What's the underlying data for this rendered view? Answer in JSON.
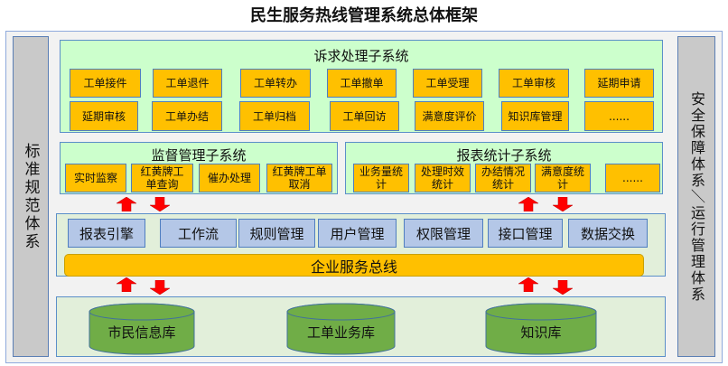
{
  "title": "民生服务热线管理系统总体框架",
  "left_column": "标准规范体系",
  "right_column": "安全保障体系＼运行管理体系",
  "appeal": {
    "title": "诉求处理子系统",
    "row1": [
      "工单接件",
      "工单退件",
      "工单转办",
      "工单撤单",
      "工单受理",
      "工单审核",
      "延期申请"
    ],
    "row2": [
      "延期审核",
      "工单办结",
      "工单归档",
      "工单回访",
      "满意度评价",
      "知识库管理",
      "......"
    ]
  },
  "supervision": {
    "title": "监督管理子系统",
    "items": [
      "实时监察",
      "红黄牌工单查询",
      "催办处理",
      "红黄牌工单取消"
    ]
  },
  "report": {
    "title": "报表统计子系统",
    "items": [
      "业务量统计",
      "处理时效统计",
      "办结情况统计",
      "满意度统计",
      "......"
    ]
  },
  "platform": {
    "items": [
      "报表引擎",
      "工作流",
      "规则管理",
      "用户管理",
      "权限管理",
      "接口管理",
      "数据交换"
    ],
    "bus": "企业服务总线"
  },
  "databases": [
    "市民信息库",
    "工单业务库",
    "知识库"
  ],
  "colors": {
    "yellow": "#ffc000",
    "blue": "#b4c7e7",
    "green": "#70ad47",
    "arrow": "#ff0000"
  }
}
